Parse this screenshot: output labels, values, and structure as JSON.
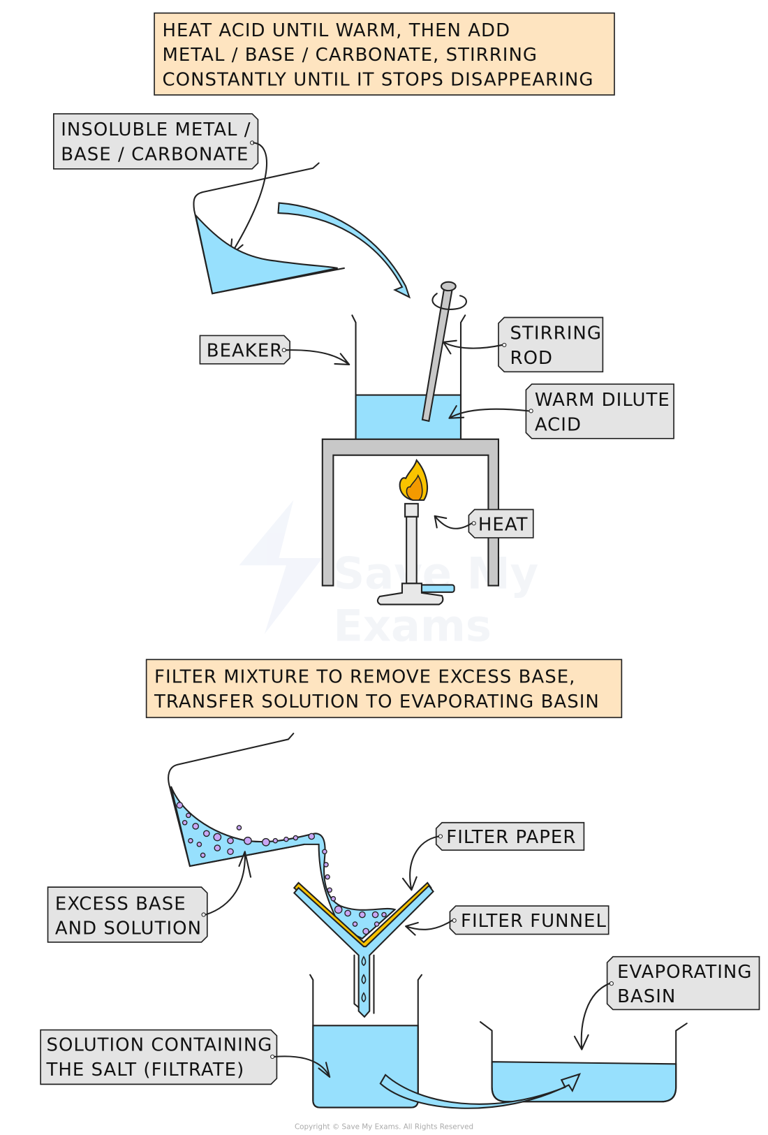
{
  "steps": {
    "step1": [
      "HEAT ACID UNTIL WARM, THEN ADD",
      "METAL / BASE / CARBONATE, STIRRING",
      "CONSTANTLY UNTIL IT STOPS DISAPPEARING"
    ],
    "step2": [
      "FILTER MIXTURE TO REMOVE EXCESS BASE,",
      "TRANSFER SOLUTION TO EVAPORATING BASIN"
    ]
  },
  "labels": {
    "insoluble": [
      "INSOLUBLE METAL /",
      "BASE / CARBONATE"
    ],
    "beaker": "BEAKER",
    "stirring_rod": [
      "STIRRING",
      "ROD"
    ],
    "acid": [
      "WARM DILUTE",
      "ACID"
    ],
    "heat": "HEAT",
    "filter_paper": "FILTER PAPER",
    "filter_funnel": "FILTER FUNNEL",
    "excess_base": [
      "EXCESS BASE",
      "AND SOLUTION"
    ],
    "evaporating_basin": [
      "EVAPORATING",
      "BASIN"
    ],
    "filtrate": [
      "SOLUTION CONTAINING",
      "THE SALT (FILTRATE)"
    ]
  },
  "watermark": [
    "Save My",
    "Exams"
  ],
  "copyright": "Copyright © Save My Exams. All Rights Reserved",
  "colors": {
    "liquid": "#97e0fd",
    "instruction_box": "#fee4c0",
    "label_tag": "#e4e4e4",
    "flame": "#f9c300",
    "particles": "#c9a6f5"
  }
}
